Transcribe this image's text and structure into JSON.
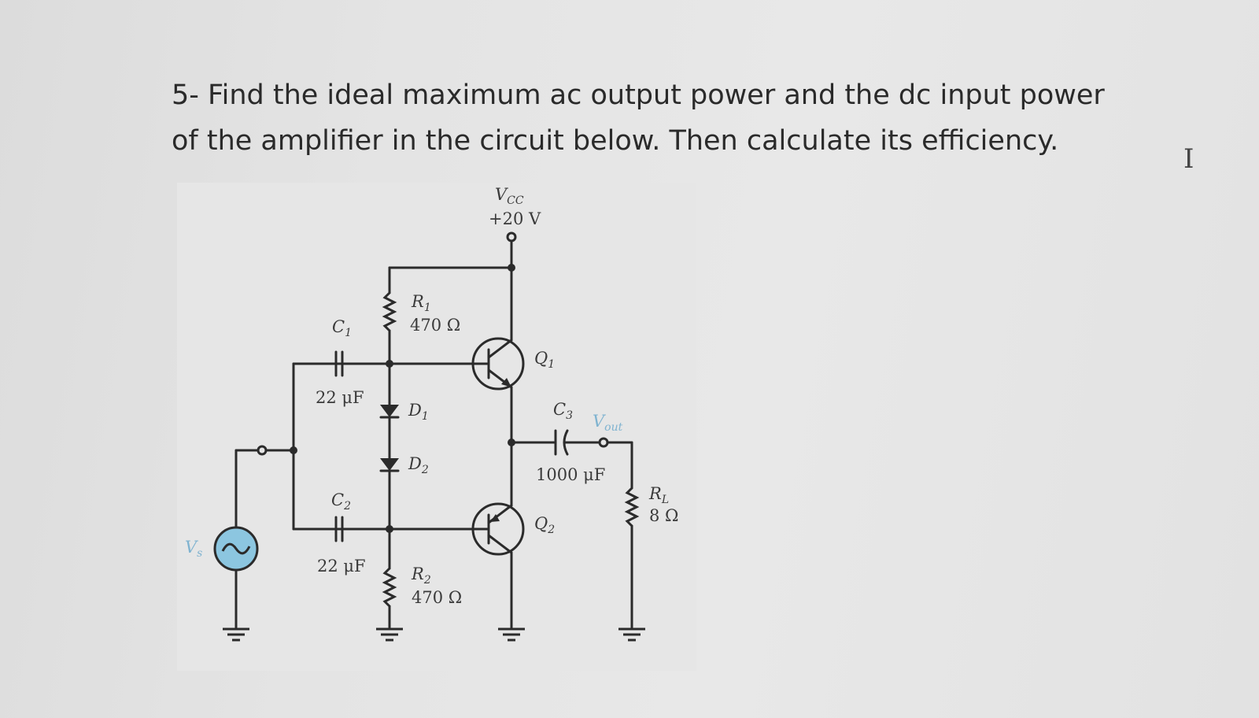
{
  "question": {
    "line1": "5- Find the ideal maximum ac output power and the dc input power",
    "line2": "of the amplifier in the circuit below. Then calculate its efficiency."
  },
  "circuit": {
    "vcc": {
      "name": "V",
      "sub": "CC",
      "value": "+20 V"
    },
    "r1": {
      "name": "R",
      "sub": "1",
      "value": "470 Ω"
    },
    "r2": {
      "name": "R",
      "sub": "2",
      "value": "470 Ω"
    },
    "c1": {
      "name": "C",
      "sub": "1",
      "value": "22 μF"
    },
    "c2": {
      "name": "C",
      "sub": "2",
      "value": "22 μF"
    },
    "c3": {
      "name": "C",
      "sub": "3",
      "value": "1000 μF"
    },
    "d1": {
      "name": "D",
      "sub": "1"
    },
    "d2": {
      "name": "D",
      "sub": "2"
    },
    "q1": {
      "name": "Q",
      "sub": "1"
    },
    "q2": {
      "name": "Q",
      "sub": "2"
    },
    "rl": {
      "name": "R",
      "sub": "L",
      "value": "8 Ω"
    },
    "vout": {
      "name": "V",
      "sub": "out"
    },
    "vs": {
      "name": "V",
      "sub": "s"
    }
  },
  "colors": {
    "wire": "#2b2b2b",
    "source_fill": "#8cc6e0",
    "vout_label": "#7fb3d0"
  },
  "cursor": {
    "glyph": "I"
  }
}
